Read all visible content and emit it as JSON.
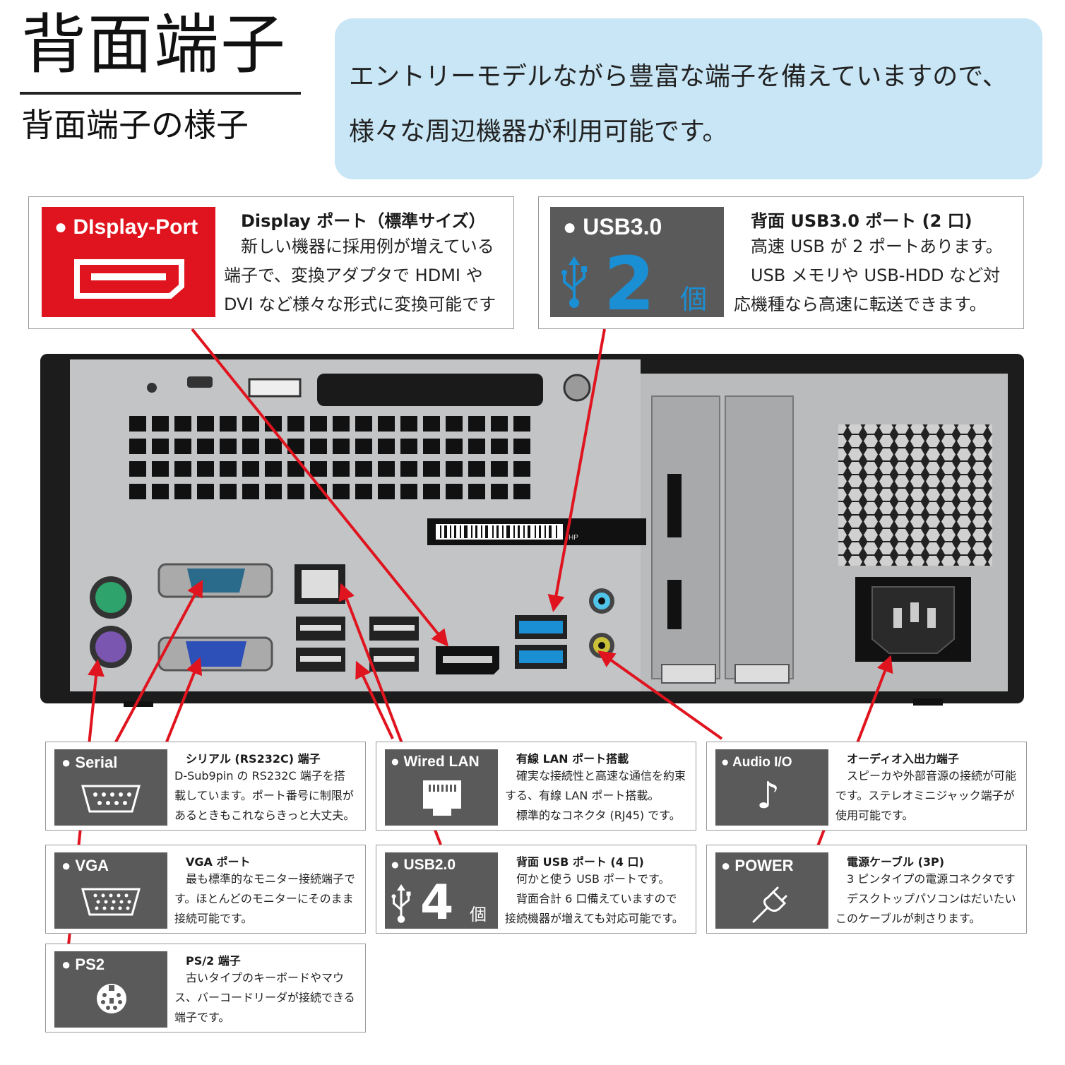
{
  "header": {
    "title": "背面端子",
    "subtitle": "背面端子の様子",
    "intro": [
      "エントリーモデルながら豊富な端子を備えていますので、",
      "様々な周辺機器が利用可能です。"
    ]
  },
  "colors": {
    "red_accent": "#e0141e",
    "badge_gray": "#5a5a5a",
    "usb_blue": "#1a8fd4",
    "intro_bg": "#c8e6f5"
  },
  "cards": {
    "displayport": {
      "badge": "● DIsplay-Port",
      "icon": "displayport-connector-icon",
      "title": "Display ポート（標準サイズ）",
      "body": "　新しい機器に採用例が増えている\n端子で、変換アダプタで HDMI や\nDVI など様々な形式に変換可能です"
    },
    "usb3": {
      "badge": "● USB3.0",
      "count": "2",
      "unit": "個",
      "icon": "usb-icon",
      "title": "背面 USB3.0 ポート (2 口)",
      "body": "　高速 USB が 2 ポートあります。\n　USB メモリや USB-HDD など対\n応機種なら高速に転送できます。"
    },
    "serial": {
      "badge": "● Serial",
      "icon": "db9-serial-icon",
      "title": "シリアル (RS232C) 端子",
      "body": "D-Sub9pin の RS232C 端子を搭\n載しています。ポート番号に制限が\nあるときもこれならきっと大丈夫。"
    },
    "vga": {
      "badge": "● VGA",
      "icon": "vga-connector-icon",
      "title": "VGA ポート",
      "body": "　最も標準的なモニター接続端子で\nす。ほとんどのモニターにそのまま\n接続可能です。"
    },
    "ps2": {
      "badge": "● PS2",
      "icon": "ps2-connector-icon",
      "title": "PS/2 端子",
      "body": "　古いタイプのキーボードやマウ\nス、バーコードリーダが接続できる\n端子です。"
    },
    "lan": {
      "badge": "● Wired LAN",
      "icon": "rj45-lan-icon",
      "title": "有線 LAN ポート搭載",
      "body": "　確実な接続性と高速な通信を約束\nする、有線 LAN ポート搭載。\n　標準的なコネクタ (RJ45) です。"
    },
    "usb2": {
      "badge": "● USB2.0",
      "count": "4",
      "unit": "個",
      "icon": "usb-icon",
      "title": "背面 USB ポート (4 口)",
      "body": "　何かと使う USB ポートです。\n　背面合計 6 口備えていますので\n接続機器が増えても対応可能です。"
    },
    "audio": {
      "badge": "● Audio I/O",
      "icon": "music-note-icon",
      "glyph": "♪",
      "title": "オーディオ入出力端子",
      "body": "　スピーカや外部音源の接続が可能\nです。ステレオミニジャック端子が\n使用可能です。"
    },
    "power": {
      "badge": "● POWER",
      "icon": "power-plug-icon",
      "title": "電源ケーブル (3P)",
      "body": "　3 ピンタイプの電源コネクタです\n　デスクトップパソコンはだいたい\nこのケーブルが刺さります。"
    }
  },
  "photo": {
    "label_text": "HP"
  }
}
